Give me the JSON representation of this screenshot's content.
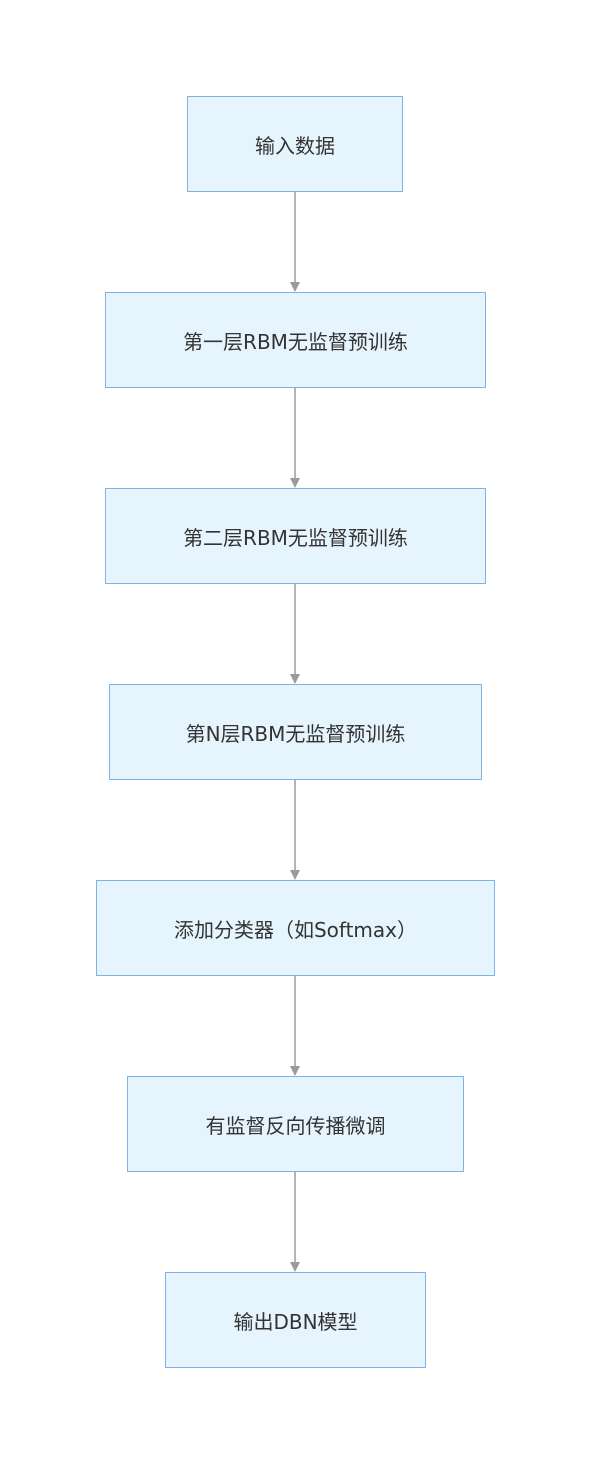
{
  "diagram": {
    "nodes": [
      {
        "id": "input",
        "label": "输入数据"
      },
      {
        "id": "rbm1",
        "label": "第一层RBM无监督预训练"
      },
      {
        "id": "rbm2",
        "label": "第二层RBM无监督预训练"
      },
      {
        "id": "rbmN",
        "label": "第N层RBM无监督预训练"
      },
      {
        "id": "classifier",
        "label": "添加分类器（如Softmax）"
      },
      {
        "id": "finetune",
        "label": "有监督反向传播微调"
      },
      {
        "id": "output",
        "label": "输出DBN模型"
      }
    ],
    "edges": [
      {
        "from": "input",
        "to": "rbm1"
      },
      {
        "from": "rbm1",
        "to": "rbm2"
      },
      {
        "from": "rbm2",
        "to": "rbmN"
      },
      {
        "from": "rbmN",
        "to": "classifier"
      },
      {
        "from": "classifier",
        "to": "finetune"
      },
      {
        "from": "finetune",
        "to": "output"
      }
    ],
    "colors": {
      "node_fill": "#e6f5fd",
      "node_border": "#7fb3e6",
      "edge": "#9a9a9a",
      "text": "#333333"
    }
  }
}
